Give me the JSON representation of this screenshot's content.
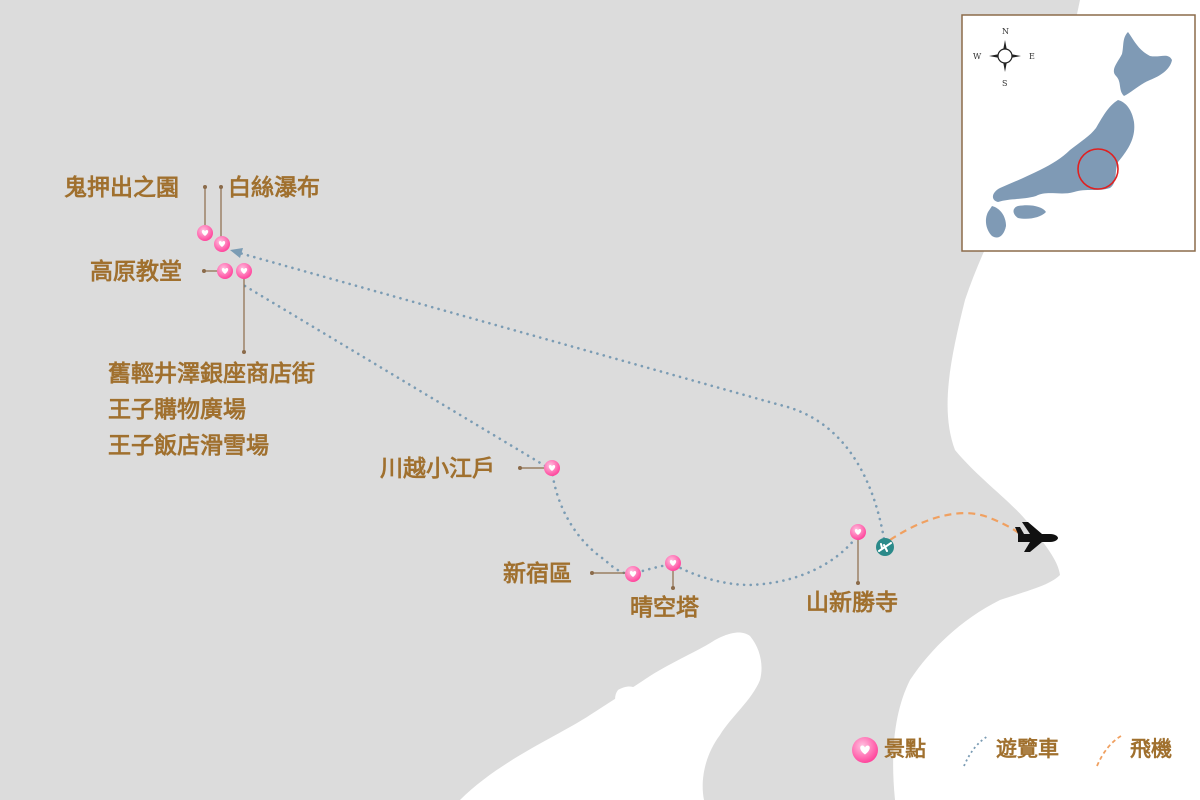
{
  "colors": {
    "land": "#dcdcdc",
    "water": "#ffffff",
    "label": "#a0702e",
    "pin": "#ff4fa3",
    "bus_route": "#7b9cb4",
    "flight_route": "#f0a060",
    "airport": "#2b8a8a",
    "inset_land": "#7f9ab5",
    "inset_border": "#8b6b4a",
    "highlight_circle": "#e02020"
  },
  "places": {
    "onioshidashi": "鬼押出之園",
    "shiraito": "白絲瀑布",
    "kogen_church": "高原教堂",
    "karuizawa_ginza": "舊輕井澤銀座商店街",
    "prince_shopping": "王子購物廣場",
    "prince_hotel_ski": "王子飯店滑雪場",
    "kawagoe": "川越小江戶",
    "shinjuku": "新宿區",
    "skytree": "晴空塔",
    "shinshoji": "山新勝寺"
  },
  "compass": {
    "n": "N",
    "s": "S",
    "e": "E",
    "w": "W"
  },
  "legend": {
    "spot": "景點",
    "bus": "遊覽車",
    "flight": "飛機",
    "spot_icon": "heart-pin-icon",
    "bus_icon": "dotted-line-icon",
    "flight_icon": "dashed-line-icon"
  }
}
